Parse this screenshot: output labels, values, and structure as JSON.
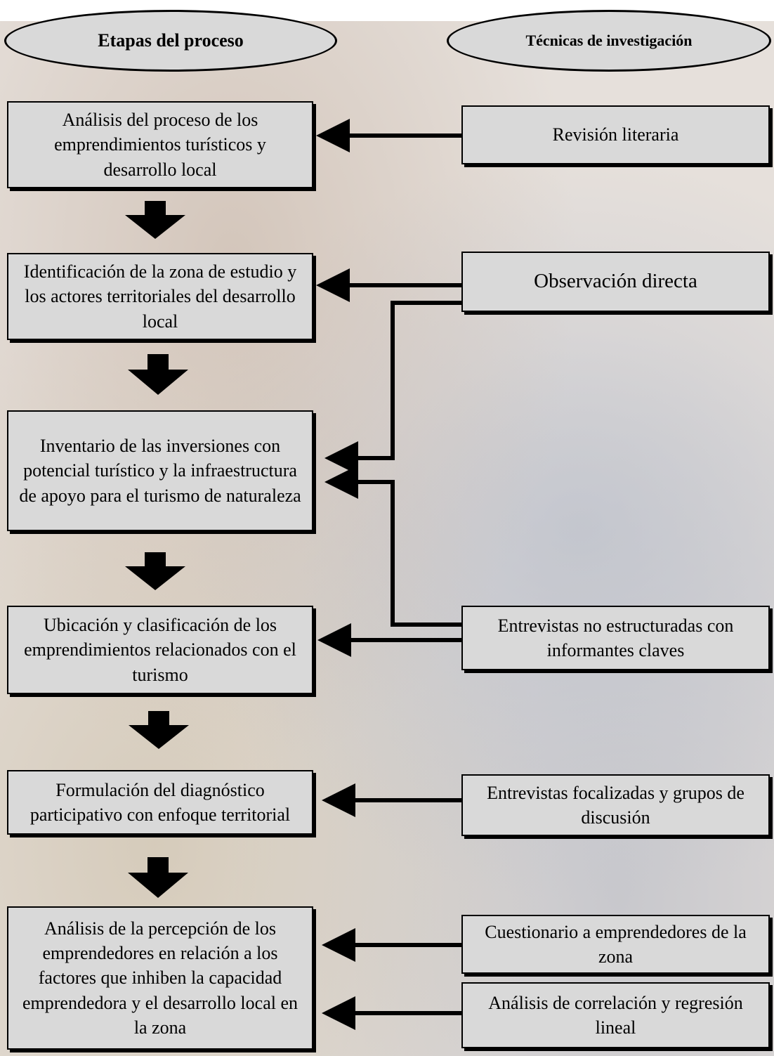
{
  "headers": {
    "left": "Etapas del proceso",
    "right": "Técnicas de investigación"
  },
  "stages": [
    {
      "label": "Análisis del proceso de los emprendimientos turísticos y desarrollo local"
    },
    {
      "label": "Identificación de la zona de estudio y los actores territoriales del desarrollo local"
    },
    {
      "label": "Inventario de las inversiones con potencial turístico y la infraestructura de apoyo para el turismo de naturaleza"
    },
    {
      "label": "Ubicación y clasificación de los emprendimientos relacionados con el turismo"
    },
    {
      "label": "Formulación del diagnóstico participativo con enfoque territorial"
    },
    {
      "label": "Análisis de la percepción de los emprendedores en relación a los factores que inhiben la capacidad emprendedora y el desarrollo local en la zona"
    }
  ],
  "techniques": [
    {
      "label": "Revisión literaria"
    },
    {
      "label": "Observación directa"
    },
    {
      "label": "Entrevistas no estructuradas con informantes claves"
    },
    {
      "label": "Entrevistas focalizadas y grupos de discusión"
    },
    {
      "label": "Cuestionario a emprendedores de la zona"
    },
    {
      "label": "Análisis de correlación y regresión lineal"
    }
  ],
  "colors": {
    "box_fill": "#d9d9d9",
    "stroke": "#000000"
  }
}
